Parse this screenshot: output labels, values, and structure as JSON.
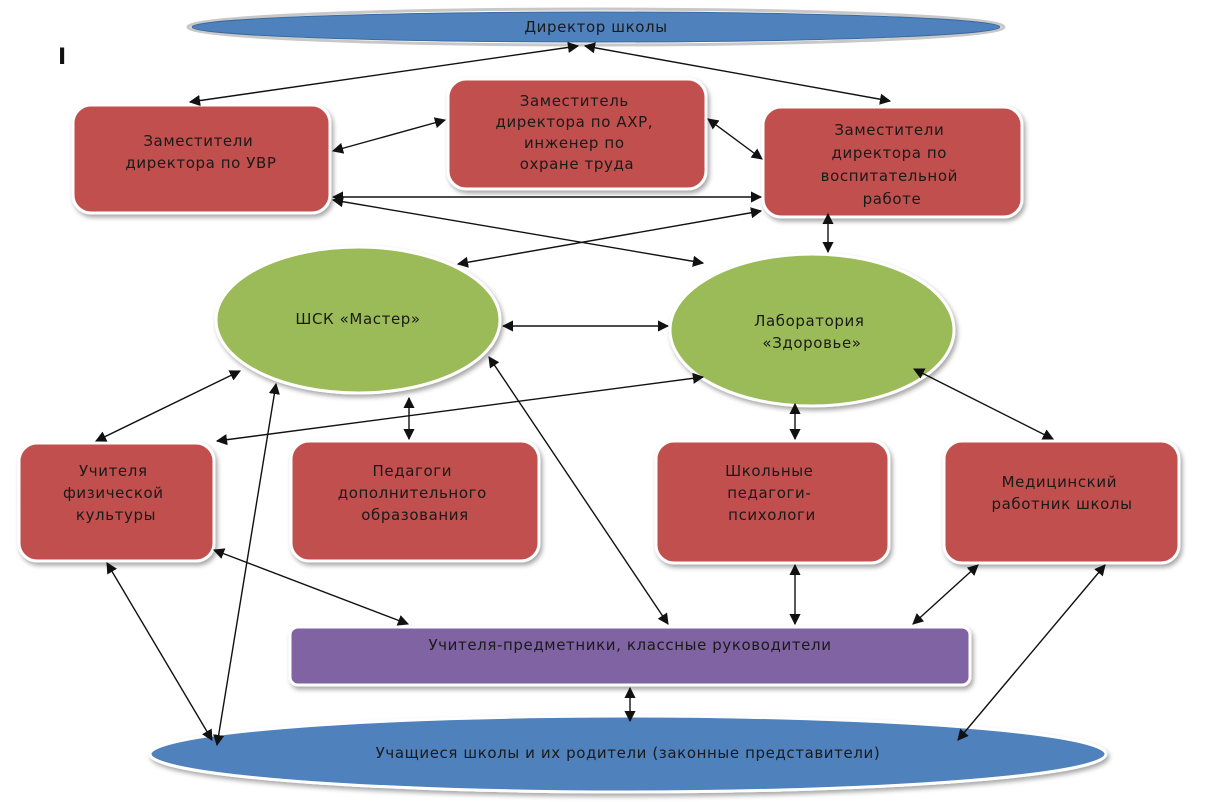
{
  "corner_marker": "I",
  "nodes": {
    "director": "Директор школы",
    "uvr": [
      "Заместители",
      "директора по УВР"
    ],
    "ahr": [
      "Заместитель",
      "директора по АХР,",
      "инженер по",
      "охране труда"
    ],
    "vr": [
      "Заместители",
      "директора по",
      "воспитательной",
      "работе"
    ],
    "shsk": [
      "ШСК «Мастер»"
    ],
    "lab": [
      "Лаборатория",
      "«Здоровье»"
    ],
    "phys": [
      "Учителя",
      "физической",
      "культуры"
    ],
    "dop": [
      "Педагоги",
      "дополнительного",
      "образования"
    ],
    "psy": [
      "Школьные",
      "педагоги-",
      "психологи"
    ],
    "med": [
      "Медицинский",
      "работник школы"
    ],
    "subj": "Учителя-предметники, классные руководители",
    "students": "Учащиеся школы и их родители (законные представители)"
  },
  "colors": {
    "red_box": "#c0504d",
    "red_box_border": "#9b3b38",
    "green_circle": "#9bbb59",
    "blue_ellipse": "#4f81bd",
    "purple_bar": "#8064a2"
  }
}
